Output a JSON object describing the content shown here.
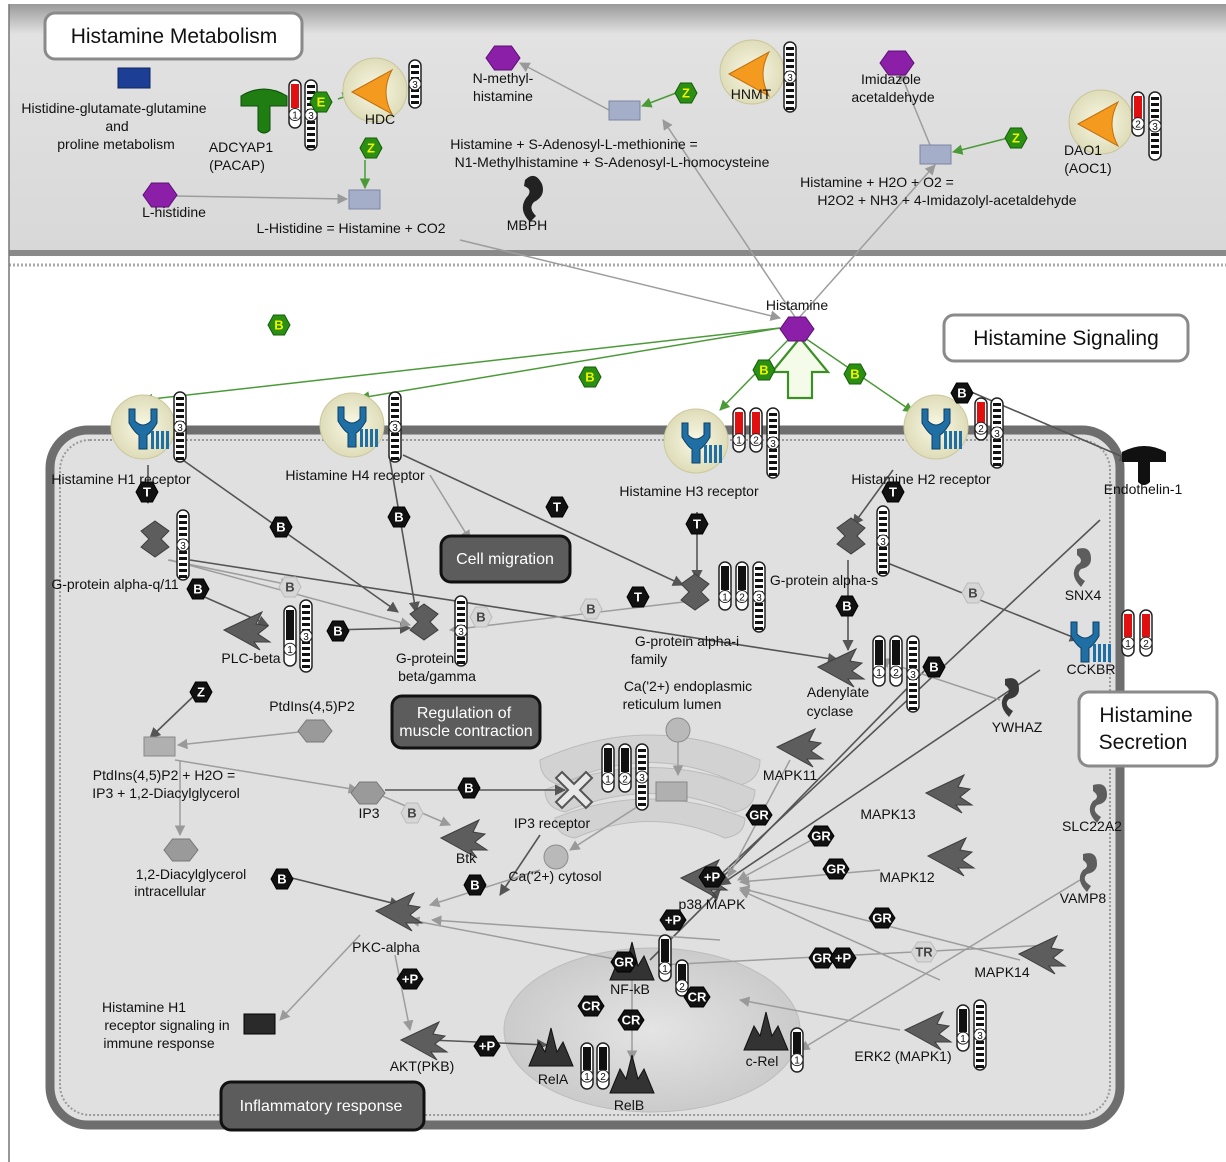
{
  "sections": {
    "metabolism": "Histamine Metabolism",
    "signaling": "Histamine Signaling",
    "secretion": [
      "Histamine",
      "Secretion"
    ]
  },
  "processes": {
    "cell_migration": "Cell migration",
    "muscle_contraction": [
      "Regulation of",
      "muscle contraction"
    ],
    "inflammatory": "Inflammatory response"
  },
  "metabolism": {
    "hgg": [
      "Histidine-glutamate-glutamine",
      "and",
      "proline metabolism"
    ],
    "adcyap1": [
      "ADCYAP1",
      "(PACAP)"
    ],
    "hdc": "HDC",
    "l_histidine": "L-histidine",
    "rx1": "L-Histidine = Histamine + CO2",
    "n_methyl": [
      "N-methyl-",
      "histamine"
    ],
    "rx2": [
      "Histamine + S-Adenosyl-L-methionine =",
      "N1-Methylhistamine + S-Adenosyl-L-homocysteine"
    ],
    "hnmt": "HNMT",
    "mbph": "MBPH",
    "imidazole": [
      "Imidazole",
      "acetaldehyde"
    ],
    "rx3": [
      "Histamine + H2O + O2 =",
      "H2O2 + NH3 + 4-Imidazolyl-acetaldehyde"
    ],
    "dao1": [
      "DAO1",
      "(AOC1)"
    ]
  },
  "nodes": {
    "histamine": "Histamine",
    "h1": "Histamine H1 receptor",
    "h4": "Histamine H4 receptor",
    "h3": "Histamine H3 receptor",
    "h2": "Histamine H2 receptor",
    "endothelin": "Endothelin-1",
    "gq": "G-protein alpha-q/11",
    "plc": "PLC-beta",
    "gbg": [
      "G-protein",
      "beta/gamma"
    ],
    "gi": [
      "G-protein alpha-i",
      "family"
    ],
    "gs": "G-protein alpha-s",
    "snx4": "SNX4",
    "cckbr": "CCKBR",
    "ac": [
      "Adenylate",
      "cyclase"
    ],
    "ywhaz": "YWHAZ",
    "pip2": "PtdIns(4,5)P2",
    "ca_er": [
      "Ca('2+) endoplasmic",
      "reticulum lumen"
    ],
    "rx4": [
      "PtdIns(4,5)P2 + H2O =",
      "IP3 + 1,2-Diacylglycerol"
    ],
    "ip3": "IP3",
    "ip3r": "IP3 receptor",
    "btk": "Btk",
    "mapk11": "MAPK11",
    "mapk13": "MAPK13",
    "mapk12": "MAPK12",
    "mapk14": "MAPK14",
    "slc22a2": "SLC22A2",
    "vamp8": "VAMP8",
    "dag": [
      "1,2-Diacylglycerol",
      "intracellular"
    ],
    "ca_cyt": "Ca('2+) cytosol",
    "p38": "p38 MAPK",
    "pkc": "PKC-alpha",
    "nfkb": "NF-kB",
    "h1_immune": [
      "Histamine H1",
      "receptor signaling in",
      "immune response"
    ],
    "akt": "AKT(PKB)",
    "rela": "RelA",
    "relb": "RelB",
    "crel": "c-Rel",
    "erk2": "ERK2 (MAPK1)"
  },
  "mechanism_tags": [
    "B",
    "B",
    "B",
    "B",
    "B",
    "B",
    "B",
    "B",
    "B",
    "B",
    "B",
    "B",
    "B",
    "B",
    "B",
    "B",
    "B",
    "B",
    "B",
    "T",
    "T",
    "T",
    "T",
    "T",
    "Z",
    "Z",
    "Z",
    "Z",
    "E",
    "GR",
    "GR",
    "GR",
    "GR",
    "GR",
    "GR",
    "CR",
    "CR",
    "CR",
    "+P",
    "+P",
    "+P",
    "+P",
    "+P",
    "TR"
  ],
  "marker_numbers": [
    "1",
    "2",
    "3"
  ],
  "colors": {
    "metabolism_bg": "#dcdcdc",
    "cell_bg": "#e3e3e3",
    "membrane": "#6e6e6e",
    "metabolite": "#8b1fa8",
    "enzyme": "#f39a1f",
    "receptor": "#1f6fa5",
    "green_tag": "#2a8f12",
    "green_tag_text": "#f3f300",
    "protein_gray": "#5d5d5d",
    "red_marker": "#e01010",
    "compartment": "#cfcfcf"
  }
}
